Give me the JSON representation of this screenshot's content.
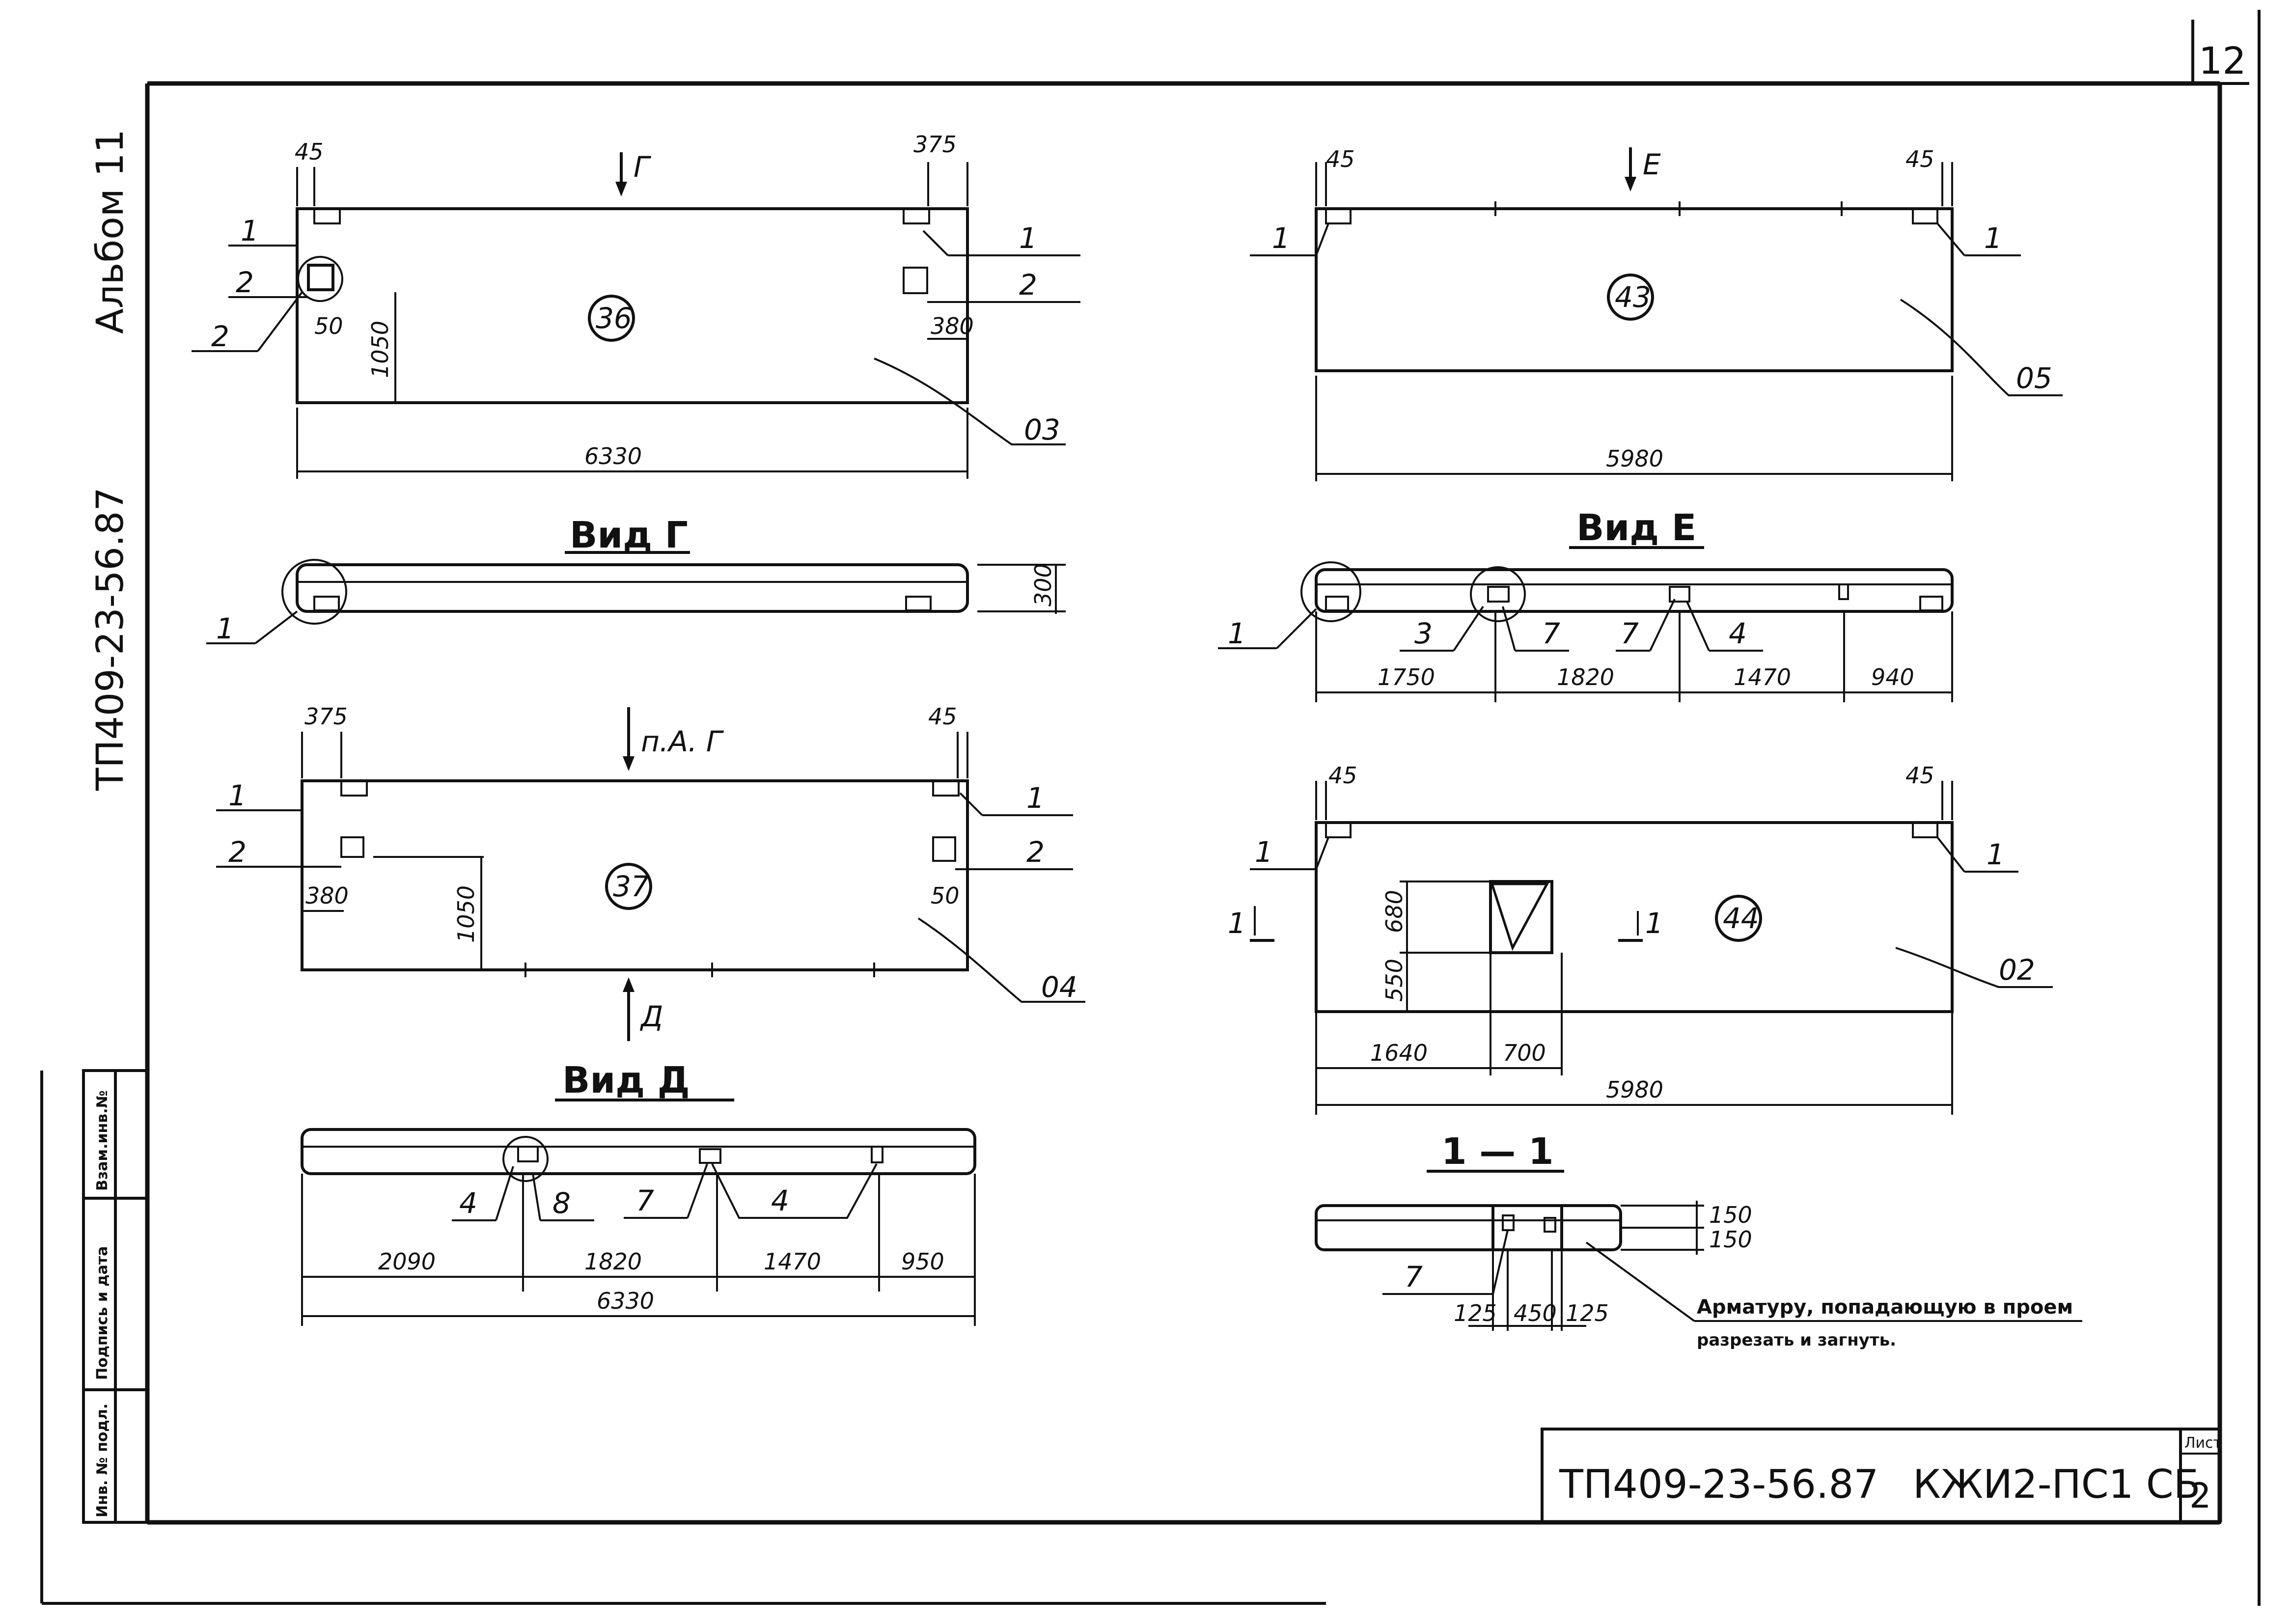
{
  "sheet_corner_number": "12",
  "side_labels": {
    "album": "Альбом 11",
    "project_code": "ТП409-23-56.87"
  },
  "stamp_columns": [
    "Инв. № подл.",
    "Подпись и дата",
    "Взам.инв.№"
  ],
  "title_block": {
    "project_code": "ТП409-23-56.87",
    "document_code": "КЖИ2-ПС1 СБ",
    "sheet_label": "Лист",
    "sheet_number": "2"
  },
  "panel_36": {
    "panel_id": "36",
    "view_arrow": "Г",
    "dim_left_offset": "45",
    "dim_right_offset": "375",
    "dim_inner_offset": "50",
    "dim_height": "1050",
    "dim_right_opening": "380",
    "total_length": "6330",
    "callouts": {
      "left_top": "1",
      "left_mid": "2",
      "left_circle": "2",
      "right_top": "1",
      "right_mid": "2",
      "leader": "03"
    }
  },
  "view_g": {
    "title": "Вид Г",
    "dim_height": "300",
    "callout": "1"
  },
  "panel_37": {
    "panel_id": "37",
    "view_arrow_top": "п.А. Г",
    "view_arrow_bottom": "Д",
    "dim_left_offset": "375",
    "dim_right_offset": "45",
    "dim_opening": "380",
    "dim_height": "1050",
    "dim_right_inner": "50",
    "callouts": {
      "left_top": "1",
      "left_mid": "2",
      "right_top": "1",
      "right_mid": "2",
      "leader": "04"
    }
  },
  "view_d": {
    "title": "Вид Д",
    "segments": [
      "2090",
      "1820",
      "1470",
      "950"
    ],
    "total_length": "6330",
    "callouts": {
      "a": "4",
      "b": "8",
      "c": "7",
      "d": "4"
    }
  },
  "panel_43": {
    "panel_id": "43",
    "view_arrow": "Е",
    "dim_left_offset": "45",
    "dim_right_offset": "45",
    "total_length": "5980",
    "callouts": {
      "left": "1",
      "right": "1",
      "leader": "05"
    }
  },
  "view_e": {
    "title": "Вид Е",
    "segments": [
      "1750",
      "1820",
      "1470",
      "940"
    ],
    "callouts": {
      "a": "1",
      "b": "3",
      "c": "7",
      "d": "7",
      "e": "4"
    }
  },
  "panel_44": {
    "panel_id": "44",
    "section_mark": "1",
    "dim_left_offset": "45",
    "dim_right_offset": "45",
    "dim_upper": "680",
    "dim_lower": "550",
    "dim_from_left": "1640",
    "dim_opening_width": "700",
    "total_length": "5980",
    "callouts": {
      "left": "1",
      "right": "1",
      "leader": "02"
    }
  },
  "section_1_1": {
    "title": "1 — 1",
    "dims_right": [
      "150",
      "150"
    ],
    "dims_bottom": [
      "125",
      "450",
      "125"
    ],
    "callout": "7",
    "note_line_1": "Арматуру, попадающую в проем",
    "note_line_2": "разрезать и загнуть."
  }
}
